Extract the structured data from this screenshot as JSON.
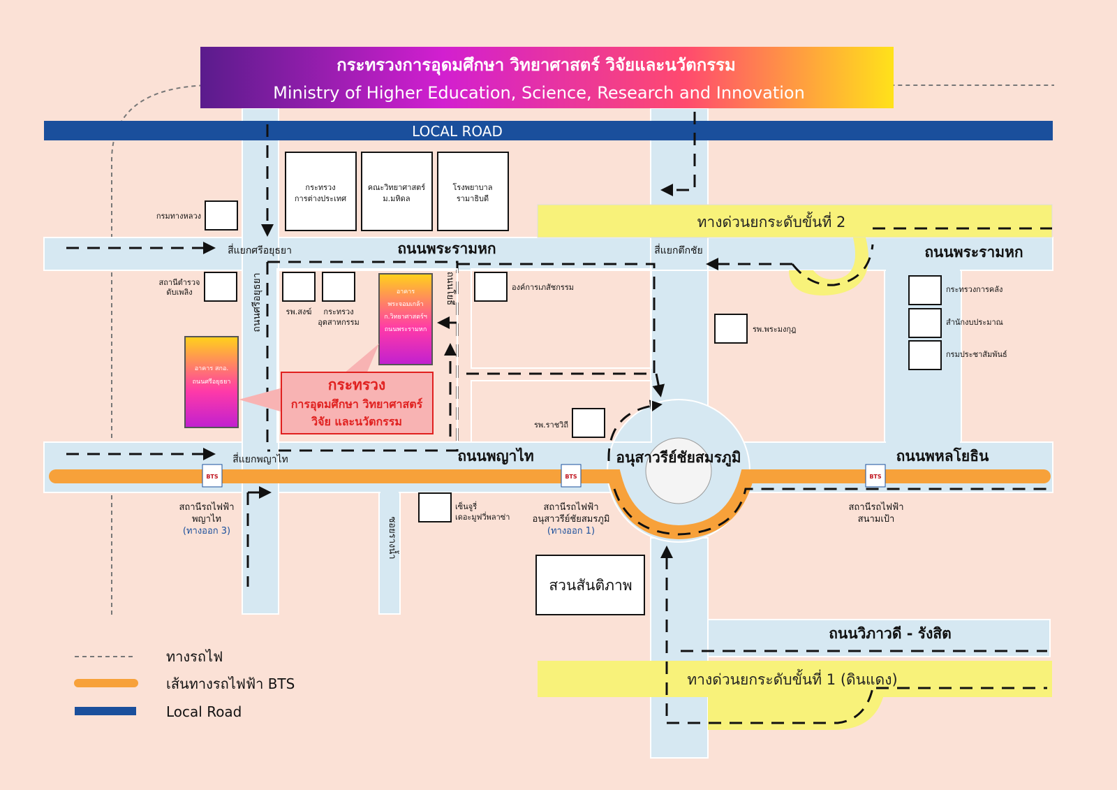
{
  "header": {
    "title_th": "กระทรวงการอุดมศึกษา วิทยาศาสตร์ วิจัยและนวัตกรรม",
    "title_en": "Ministry of Higher Education, Science, Research and Innovation"
  },
  "roads": {
    "local_road": "LOCAL ROAD",
    "expressway_2": "ทางด่วนยกระดับขั้นที่ 2",
    "expressway_1": "ทางด่วนยกระดับขั้นที่ 1 (ดินแดง)",
    "rama6_west": "ถนนพระรามหก",
    "rama6_east": "ถนนพระรามหก",
    "phayathai": "ถนนพญาไท",
    "phaholyothin": "ถนนพหลโยธิน",
    "vibhavadi": "ถนนวิภาวดี - รังสิต",
    "sri_ayutthaya": "ถนนศรีอยุธยา",
    "soi_yothi": "ถนนโยธี",
    "soi_rang_nam": "ซอยรางน้ำ"
  },
  "intersections": {
    "sri_ayutthaya": "สี่แยกศรีอยุธยา",
    "tuk_chai": "สี่แยกตึกชัย",
    "phayathai": "สี่แยกพญาไท",
    "monument": "อนุสาวรีย์ชัยสมรภูมิ"
  },
  "places": {
    "highway_dept": "กรมทางหลวง",
    "foreign_affairs": [
      "กระทรวง",
      "การต่างประเทศ"
    ],
    "mahidol_science": [
      "คณะวิทยาศาสตร์",
      "ม.มหิดล"
    ],
    "ramathibodi": [
      "โรงพยาบาล",
      "รามาธิบดี"
    ],
    "fire_station": [
      "สถานีตำรวจ",
      "ดับเพลิง"
    ],
    "priest_hospital": "รพ.สงฆ์",
    "industry_ministry": [
      "กระทรวง",
      "อุตสาหกรรม"
    ],
    "gpo": "องค์การเภสัชกรรม",
    "phramongkut": "รพ.พระมงกุฎ",
    "rajavithi": "รพ.ราชวิถี",
    "finance_ministry": "กระทรวงการคลัง",
    "budget_bureau": "สำนักงบประมาณ",
    "prd": "กรมประชาสัมพันธ์",
    "century": [
      "เซ็นจูรี่",
      "เดอะมูฟวี่พลาซ่า"
    ],
    "santiphap_park": "สวนสันติภาพ"
  },
  "buildings": {
    "sri_ayutthaya_bldg": [
      "อาคาร สกอ.",
      "ถนนศรีอยุธยา"
    ],
    "rama6_bldg": [
      "อาคาร",
      "พระจอมเกล้า",
      "ก.วิทยาศาสตร์ฯ",
      "ถนนพระรามหก"
    ]
  },
  "callout": {
    "line1": "กระทรวง",
    "line2": "การอุดมศึกษา วิทยาศาสตร์",
    "line3": "วิจัย และนวัตกรรม"
  },
  "bts": {
    "logo": "BTS",
    "phayathai": {
      "line1": "สถานีรถไฟฟ้า",
      "line2": "พญาไท",
      "exit": "(ทางออก 3)"
    },
    "victory": {
      "line1": "สถานีรถไฟฟ้า",
      "line2": "อนุสาวรีย์ชัยสมรภูมิ",
      "exit": "(ทางออก 1)"
    },
    "sanampao": {
      "line1": "สถานีรถไฟฟ้า",
      "line2": "สนามเป้า"
    }
  },
  "legend": {
    "railway": "ทางรถไฟ",
    "bts_line": "เส้นทางรถไฟฟ้า BTS",
    "local_road": "Local Road"
  },
  "colors": {
    "background": "#fbe1d6",
    "road": "#d6e8f2",
    "local_road": "#1a4f9c",
    "bts": "#f7a13a",
    "expressway": "#f8f27a",
    "callout_fill": "#f8b3b3",
    "callout_text": "#e0201f"
  }
}
